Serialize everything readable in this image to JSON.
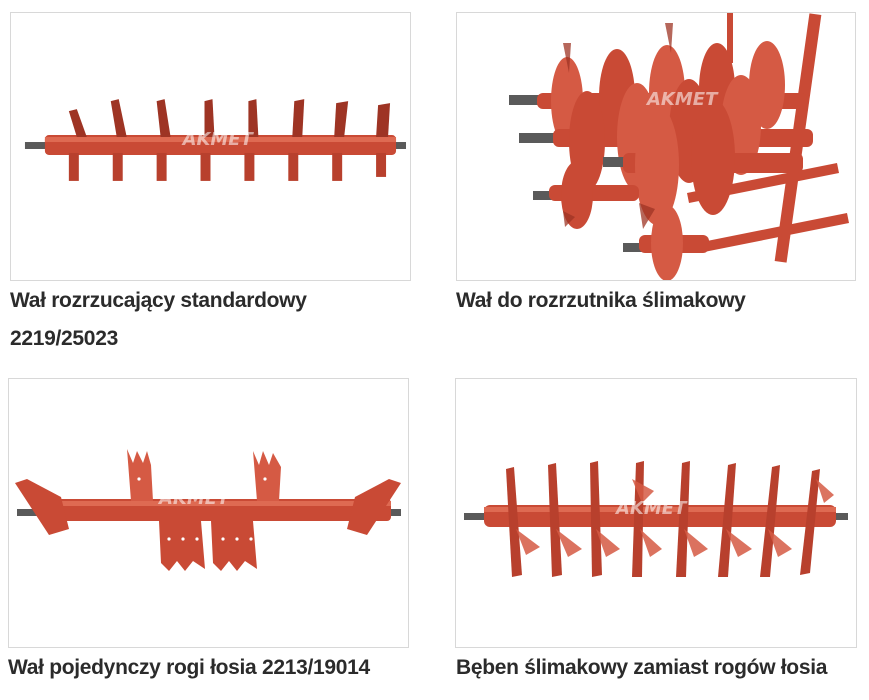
{
  "colors": {
    "metal": "#c94a35",
    "metal_dark": "#9e3424",
    "metal_light": "#de6a52",
    "shaft_steel": "#5a5a5a",
    "title_text": "#2b2b2b",
    "thumb_border": "#d8d8d8"
  },
  "products": [
    {
      "title_line1": "Wał rozrzucający standardowy",
      "title_line2": "2219/25023",
      "watermark": "AKMET",
      "image_icon": "spreader-shaft-standard"
    },
    {
      "title_line1": "Wał do rozrzutnika ślimakowy",
      "title_line2": "",
      "watermark": "AKMET",
      "image_icon": "spreader-shaft-auger-set"
    },
    {
      "title_line1": "Wał pojedynczy rogi łosia 2213/19014",
      "title_line2": "",
      "watermark": "AKMET",
      "image_icon": "spreader-shaft-moose-horns"
    },
    {
      "title_line1": "Bęben ślimakowy zamiast rogów łosia",
      "title_line2": "",
      "watermark": "AKMET",
      "image_icon": "auger-drum"
    }
  ]
}
